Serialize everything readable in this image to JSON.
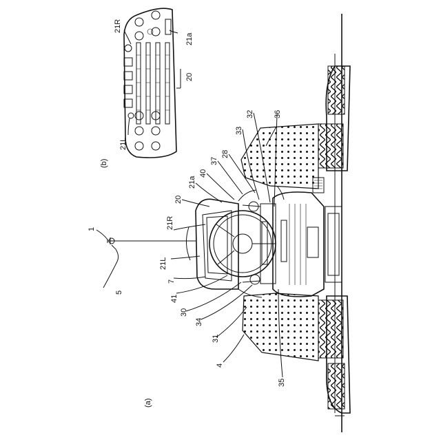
{
  "figure_labels": {
    "a": "(a)",
    "b": "(b)"
  },
  "reference_numerals": {
    "n1": "1",
    "n4": "4",
    "n5": "5",
    "n7": "7",
    "n20_main": "20",
    "n20_panel": "20",
    "n21L_main": "21L",
    "n21R_main": "21R",
    "n21a_main": "21a",
    "n21L_panel": "21L",
    "n21R_panel": "21R",
    "n21a_panel": "21a",
    "n28": "28",
    "n30": "30",
    "n31": "31",
    "n32": "32",
    "n33": "33",
    "n34": "34",
    "n35": "35",
    "n36": "36",
    "n37": "37",
    "n40": "40",
    "n41": "41"
  },
  "colors": {
    "line": "#111111",
    "background": "#ffffff"
  }
}
